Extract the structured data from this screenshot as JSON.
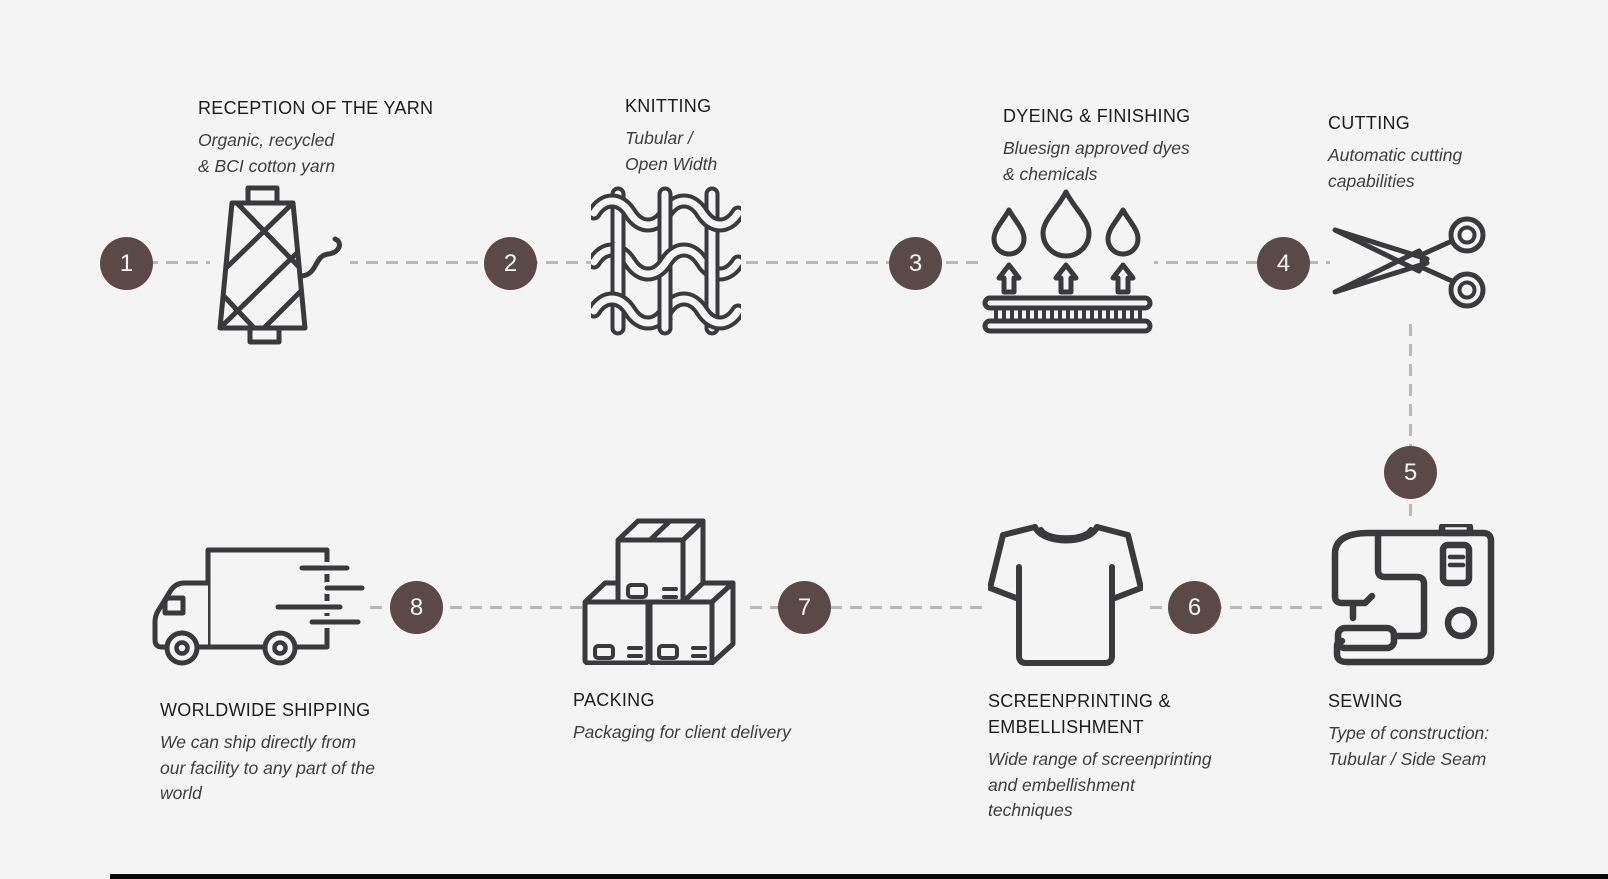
{
  "colors": {
    "background": "#f5f4f4",
    "badge": "#5b4849",
    "badge_text": "#f7f4f4",
    "dash_line": "#bcb8b8",
    "icon_stroke": "#3a393b",
    "title_text": "#1d1c1c",
    "subtitle_text": "#3e3d3e",
    "bottom_bar": "#090909"
  },
  "steps": [
    {
      "number": "1",
      "title": "RECEPTION OF THE YARN",
      "subtitle": "Organic, recycled\n& BCI cotton yarn",
      "icon": "yarn-cone-icon"
    },
    {
      "number": "2",
      "title": "KNITTING",
      "subtitle": "Tubular /\nOpen Width",
      "icon": "knitted-fabric-icon"
    },
    {
      "number": "3",
      "title": "DYEING & FINISHING",
      "subtitle": "Bluesign approved dyes\n& chemicals",
      "icon": "dye-drops-icon"
    },
    {
      "number": "4",
      "title": "CUTTING",
      "subtitle": "Automatic cutting\ncapabilities",
      "icon": "scissors-icon"
    },
    {
      "number": "5",
      "title": "SEWING",
      "subtitle": "Type of construction:\nTubular / Side Seam",
      "icon": "sewing-machine-icon"
    },
    {
      "number": "6",
      "title": "SCREENPRINTING &\nEMBELLISHMENT",
      "subtitle": "Wide range of screenprinting\nand embellishment\ntechniques",
      "icon": "tshirt-icon"
    },
    {
      "number": "7",
      "title": "PACKING",
      "subtitle": "Packaging for client delivery",
      "icon": "boxes-icon"
    },
    {
      "number": "8",
      "title": "WORLDWIDE SHIPPING",
      "subtitle": "We can ship directly from\nour facility to any part of the\nworld",
      "icon": "truck-icon"
    }
  ]
}
